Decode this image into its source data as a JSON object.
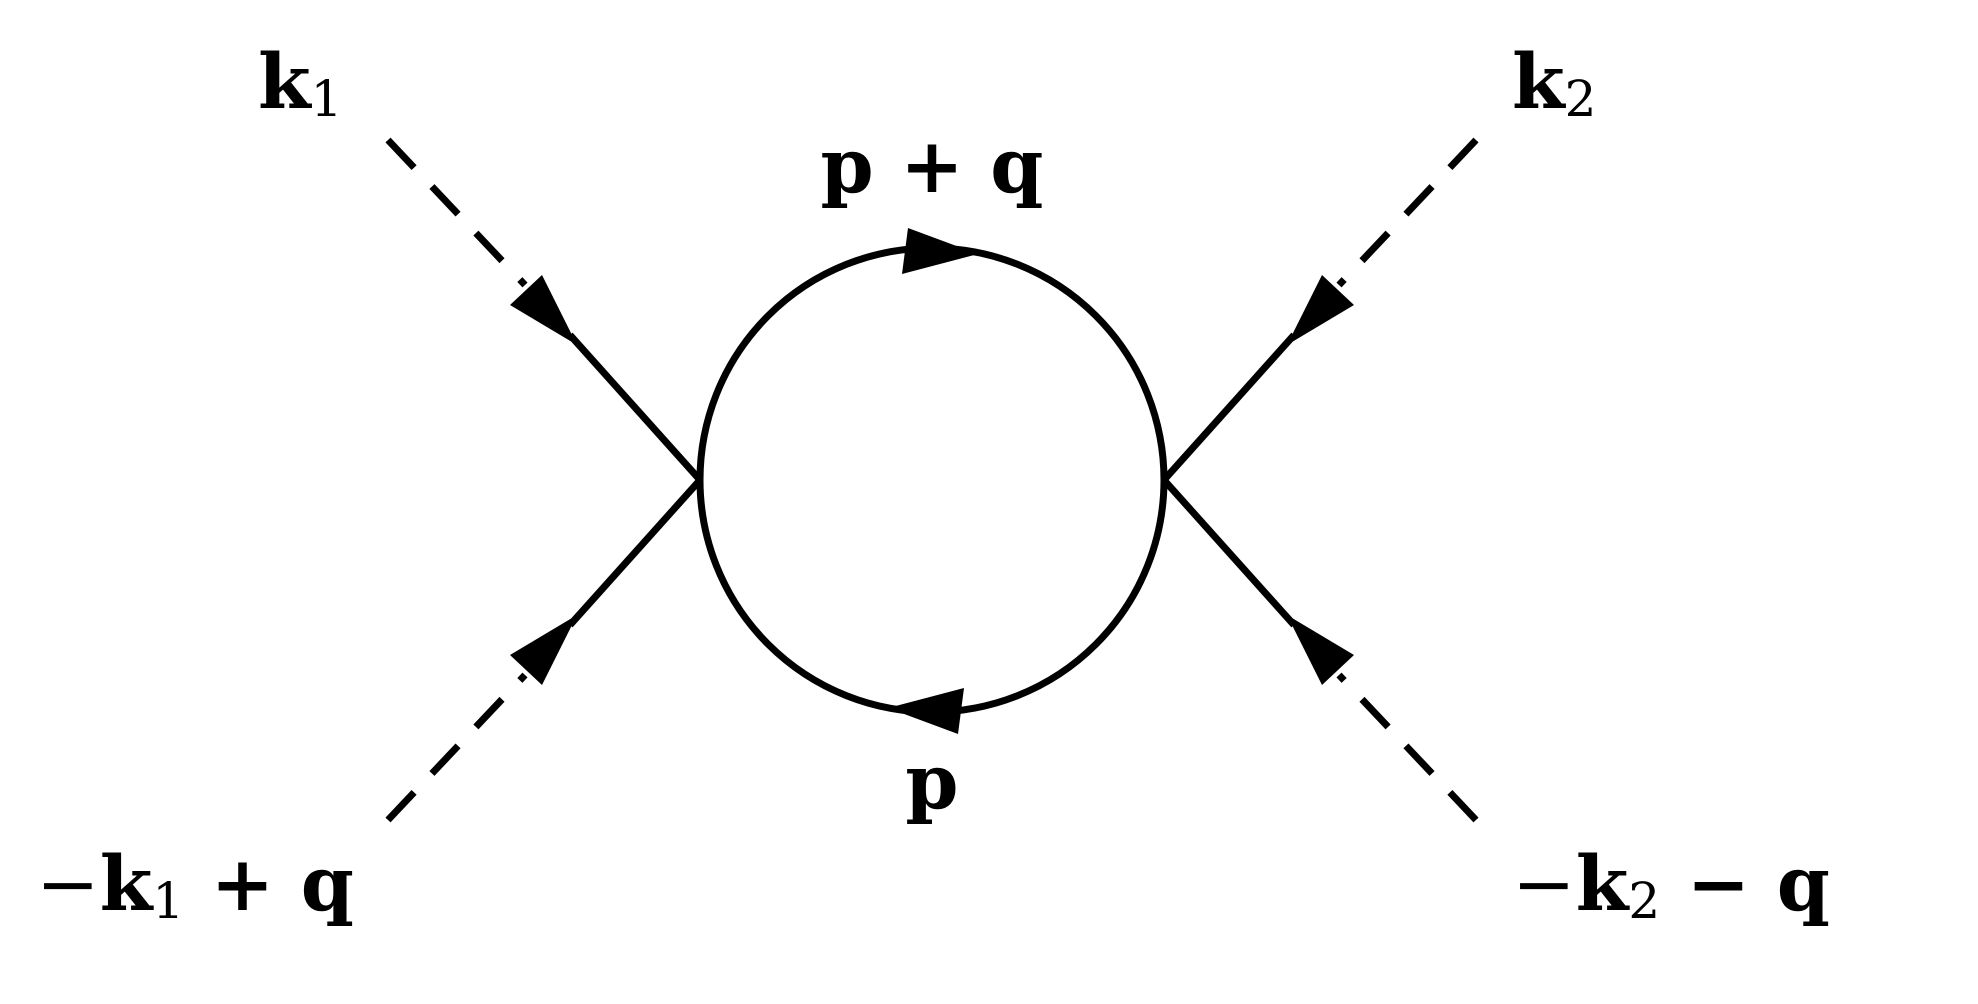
{
  "diagram": {
    "colors": {
      "stroke": "#000000",
      "background": "#ffffff"
    },
    "loop": {
      "top_momentum": {
        "main": "p + q"
      },
      "bottom_momentum": {
        "main": "p"
      }
    },
    "external_lines": [
      {
        "id": "k1",
        "position": "top-left",
        "label_main": "k",
        "label_sub": "1",
        "label_suffix": ""
      },
      {
        "id": "k2",
        "position": "top-right",
        "label_main": "k",
        "label_sub": "2",
        "label_suffix": ""
      },
      {
        "id": "minus-k1-plus-q",
        "position": "bottom-left",
        "label_prefix": "−",
        "label_main": "k",
        "label_sub": "1",
        "label_suffix": " + q"
      },
      {
        "id": "minus-k2-minus-q",
        "position": "bottom-right",
        "label_prefix": "−",
        "label_main": "k",
        "label_sub": "2",
        "label_suffix": " − q"
      }
    ]
  }
}
